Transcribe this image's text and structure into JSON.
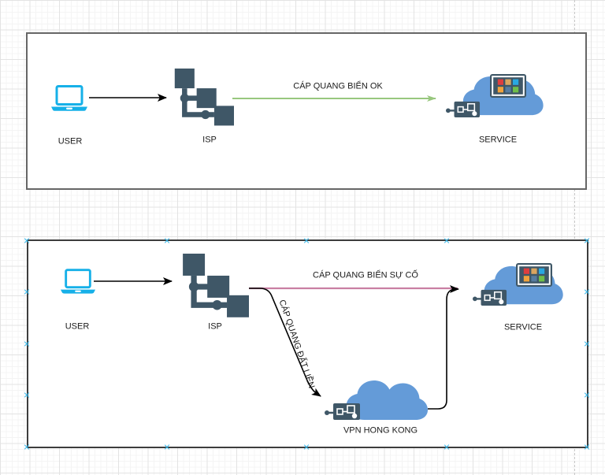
{
  "canvas": {
    "type": "drawio-grid-canvas"
  },
  "colors": {
    "node_slate": "#3f5767",
    "laptop_cyan": "#16b0e8",
    "cloud_blue": "#649bd8",
    "edge_ok_green": "#98c77e",
    "edge_fault_pink": "#c97fa3",
    "edge_black": "#000000",
    "connection_point_cyan": "#35b9ec"
  },
  "diagram_top": {
    "nodes": {
      "user": {
        "label": "USER"
      },
      "isp": {
        "label": "ISP"
      },
      "service": {
        "label": "SERVICE"
      }
    },
    "edges": {
      "user_isp": {
        "label": ""
      },
      "sea_ok": {
        "label": "CÁP QUANG BIỂN OK"
      }
    }
  },
  "diagram_bottom": {
    "nodes": {
      "user": {
        "label": "USER"
      },
      "isp": {
        "label": "ISP"
      },
      "service": {
        "label": "SERVICE"
      },
      "vpn": {
        "label": "VPN HONG KONG"
      }
    },
    "edges": {
      "user_isp": {
        "label": ""
      },
      "sea_fault": {
        "label": "CÁP QUANG BIỂN SỰ CỐ"
      },
      "land": {
        "label": "CÁP QUANG ĐẤT LIỀN"
      }
    }
  }
}
